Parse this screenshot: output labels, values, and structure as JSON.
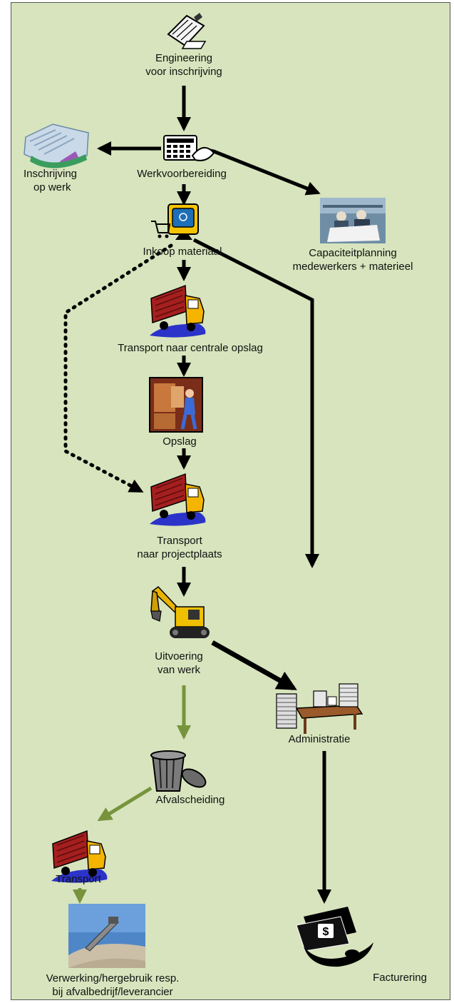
{
  "nodes": {
    "engineering": {
      "lines": [
        "Engineering",
        "voor inschrijving"
      ],
      "icon": "drafting-icon"
    },
    "werkvoorbereiding": {
      "lines": [
        "Werkvoorbereiding"
      ],
      "icon": "calculator-icon"
    },
    "inschrijving": {
      "lines": [
        "Inschrijving",
        "op werk"
      ],
      "icon": "blueprint-icon"
    },
    "capaciteit": {
      "lines": [
        "Capaciteitplanning",
        "medewerkers + materieel"
      ],
      "icon": "engineers-photo-icon"
    },
    "inkoop": {
      "lines": [
        "Inkoop materiaal"
      ],
      "icon": "shopping-computer-icon"
    },
    "transport_centraal": {
      "lines": [
        "Transport naar centrale opslag"
      ],
      "icon": "truck-icon"
    },
    "opslag": {
      "lines": [
        "Opslag"
      ],
      "icon": "warehouse-worker-icon"
    },
    "transport_project": {
      "lines": [
        "Transport",
        "naar projectplaats"
      ],
      "icon": "truck-icon"
    },
    "uitvoering": {
      "lines": [
        "Uitvoering",
        "van werk"
      ],
      "icon": "excavator-icon"
    },
    "administratie": {
      "lines": [
        "Administratie"
      ],
      "icon": "office-desk-icon"
    },
    "afvalscheiding": {
      "lines": [
        "Afvalscheiding"
      ],
      "icon": "trash-can-icon"
    },
    "transport_afval": {
      "lines": [
        "Transport"
      ],
      "icon": "truck-icon"
    },
    "verwerking": {
      "lines": [
        "Verwerking/hergebruik resp.",
        "bij afvalbedrijf/leverancier"
      ],
      "icon": "gravel-conveyor-photo-icon"
    },
    "facturering": {
      "lines": [
        "Facturering"
      ],
      "icon": "money-icon"
    }
  },
  "colors": {
    "background": "#d7e4bd",
    "arrow": "#000000",
    "waste_arrow": "#77933c"
  }
}
